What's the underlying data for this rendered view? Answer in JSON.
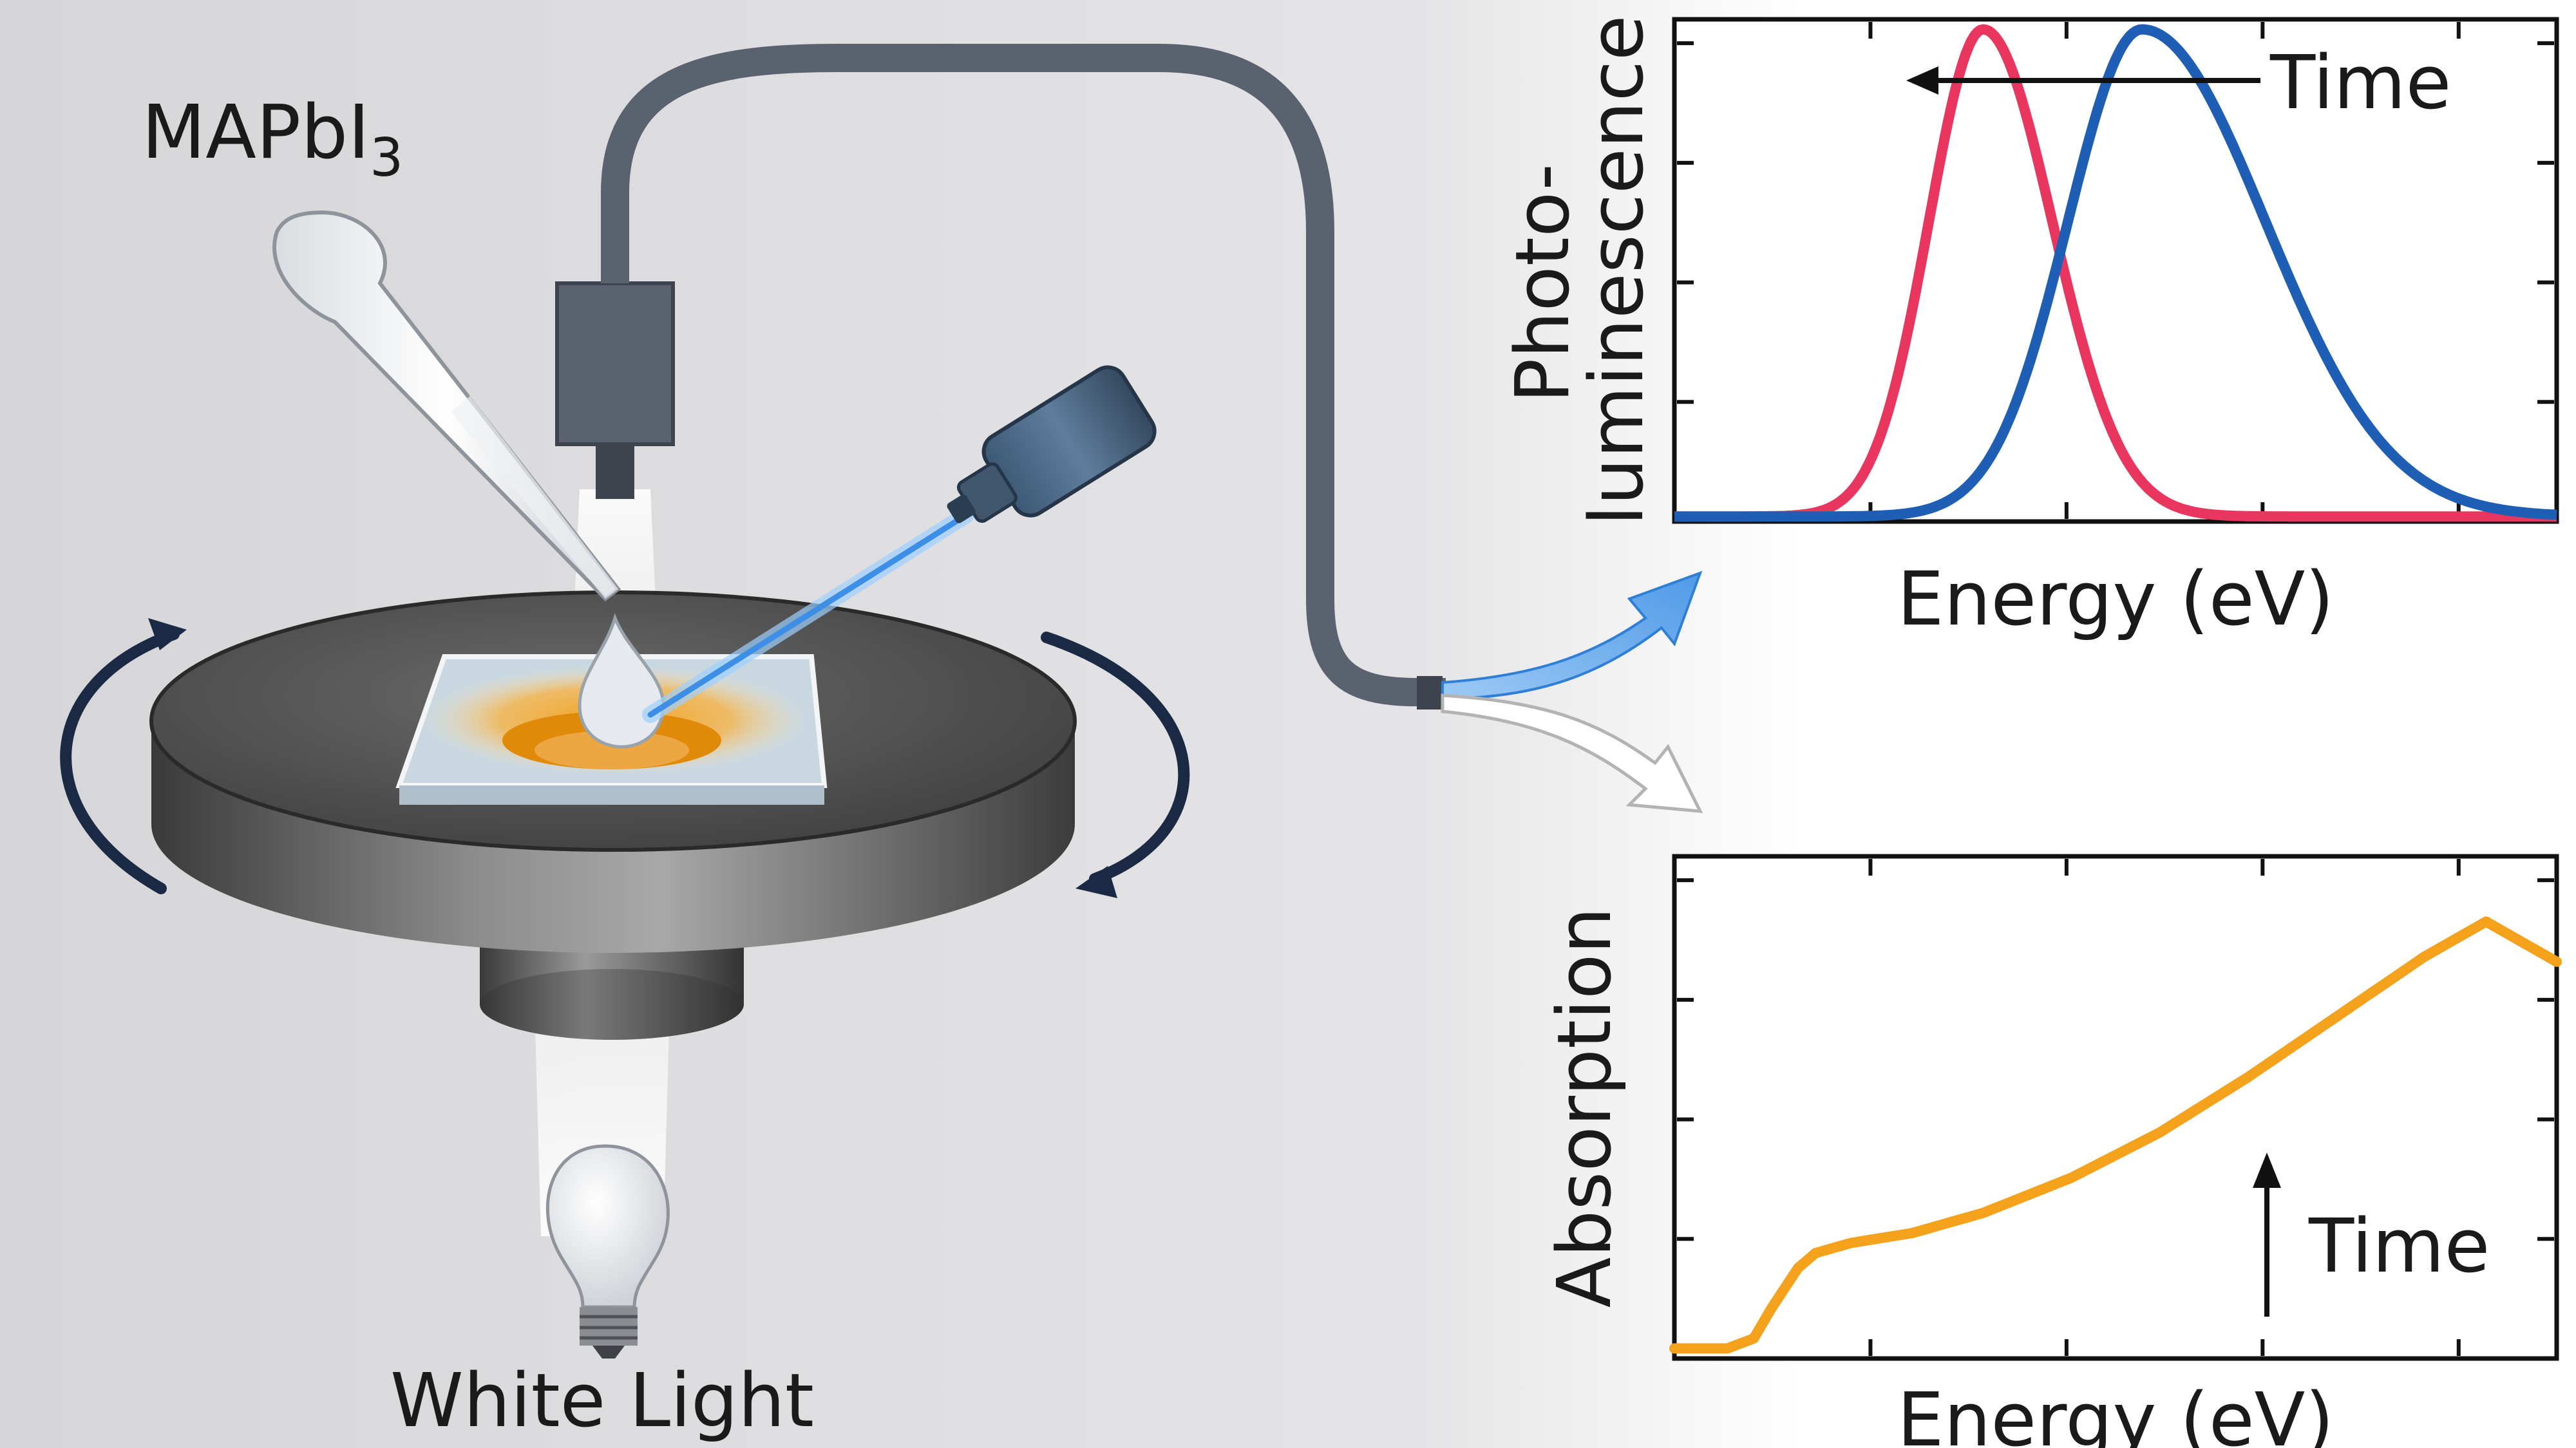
{
  "setup": {
    "precursor_main": "MAPbI",
    "precursor_sub": "3",
    "light_source_label": "White Light",
    "colors": {
      "fiber": "#5a6270",
      "laser_beam": "#5aa8f0",
      "substrate_glow": "#f2a21c",
      "rotation_arrows": "#1b2a44"
    },
    "icons": [
      "pipette-icon",
      "detector-icon",
      "laser-icon",
      "spin-coater-icon",
      "light-bulb-icon",
      "rotation-arrow-icon"
    ]
  },
  "pl_chart": {
    "ylabel_line1": "Photo-",
    "ylabel_line2": "luminescence",
    "xlabel": "Energy (eV)",
    "time_label": "Time",
    "time_arrow_direction": "left"
  },
  "abs_chart": {
    "ylabel": "Absorption",
    "xlabel": "Energy (eV)",
    "time_label": "Time",
    "time_arrow_direction": "up"
  },
  "chart_data": [
    {
      "type": "line",
      "axes": "photoluminescence",
      "xlim": [
        0,
        1
      ],
      "ylim": [
        0,
        1
      ],
      "grid": false,
      "ticks_shown_without_labels": true,
      "series": [
        {
          "color": "#e8365f",
          "peak_x": 0.35,
          "width_left": 0.11,
          "width_right": 0.14,
          "amplitude": 0.97
        },
        {
          "color": "#1e5fb5",
          "peak_x": 0.53,
          "width_left": 0.15,
          "width_right": 0.25,
          "amplitude": 0.97
        }
      ]
    },
    {
      "type": "line",
      "axes": "absorption",
      "xlim": [
        0,
        1
      ],
      "ylim": [
        0,
        1
      ],
      "grid": false,
      "ticks_shown_without_labels": true,
      "series": [
        {
          "color": "#f4a11c",
          "x": [
            0,
            0.06,
            0.09,
            0.11,
            0.14,
            0.16,
            0.2,
            0.27,
            0.35,
            0.45,
            0.55,
            0.65,
            0.75,
            0.85,
            0.92,
            0.97,
            1.0
          ],
          "y": [
            0.02,
            0.02,
            0.04,
            0.1,
            0.18,
            0.21,
            0.23,
            0.25,
            0.29,
            0.36,
            0.45,
            0.56,
            0.68,
            0.8,
            0.87,
            0.82,
            0.79
          ]
        }
      ]
    }
  ]
}
